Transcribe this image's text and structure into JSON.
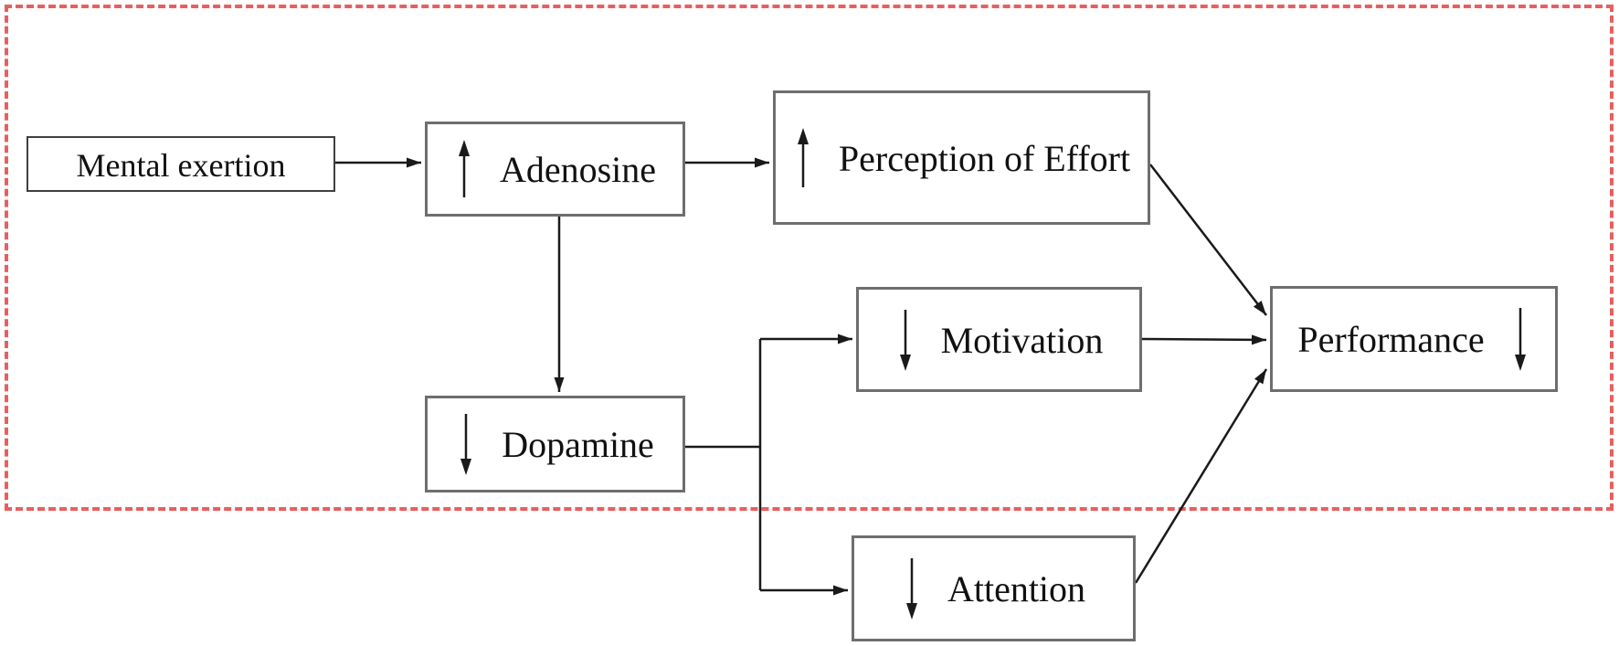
{
  "diagram": {
    "type": "flowchart",
    "description": "Pathway from mental exertion through adenosine and dopamine changes to decreased performance",
    "nodes": {
      "mental_exertion": {
        "label": "Mental exertion",
        "direction_arrow": "none"
      },
      "adenosine": {
        "label": "Adenosine",
        "direction_arrow": "up",
        "arrow_side": "left"
      },
      "perception_of_effort": {
        "label": "Perception of Effort",
        "direction_arrow": "up",
        "arrow_side": "left"
      },
      "dopamine": {
        "label": "Dopamine",
        "direction_arrow": "down",
        "arrow_side": "left"
      },
      "motivation": {
        "label": "Motivation",
        "direction_arrow": "down",
        "arrow_side": "left"
      },
      "attention": {
        "label": "Attention",
        "direction_arrow": "down",
        "arrow_side": "left"
      },
      "performance": {
        "label": "Performance",
        "direction_arrow": "down",
        "arrow_side": "right"
      }
    },
    "edges": [
      {
        "from": "Mental exertion",
        "to": "Adenosine"
      },
      {
        "from": "Adenosine",
        "to": "Perception of Effort"
      },
      {
        "from": "Adenosine",
        "to": "Dopamine"
      },
      {
        "from": "Dopamine",
        "to": "Motivation"
      },
      {
        "from": "Dopamine",
        "to": "Attention"
      },
      {
        "from": "Perception of Effort",
        "to": "Performance"
      },
      {
        "from": "Motivation",
        "to": "Performance"
      },
      {
        "from": "Attention",
        "to": "Performance"
      }
    ],
    "colors": {
      "dashed_border": "#e85f5f",
      "box_border": "#6e6e6e",
      "line": "#1a1a1a",
      "text": "#111111",
      "background": "#ffffff"
    }
  }
}
